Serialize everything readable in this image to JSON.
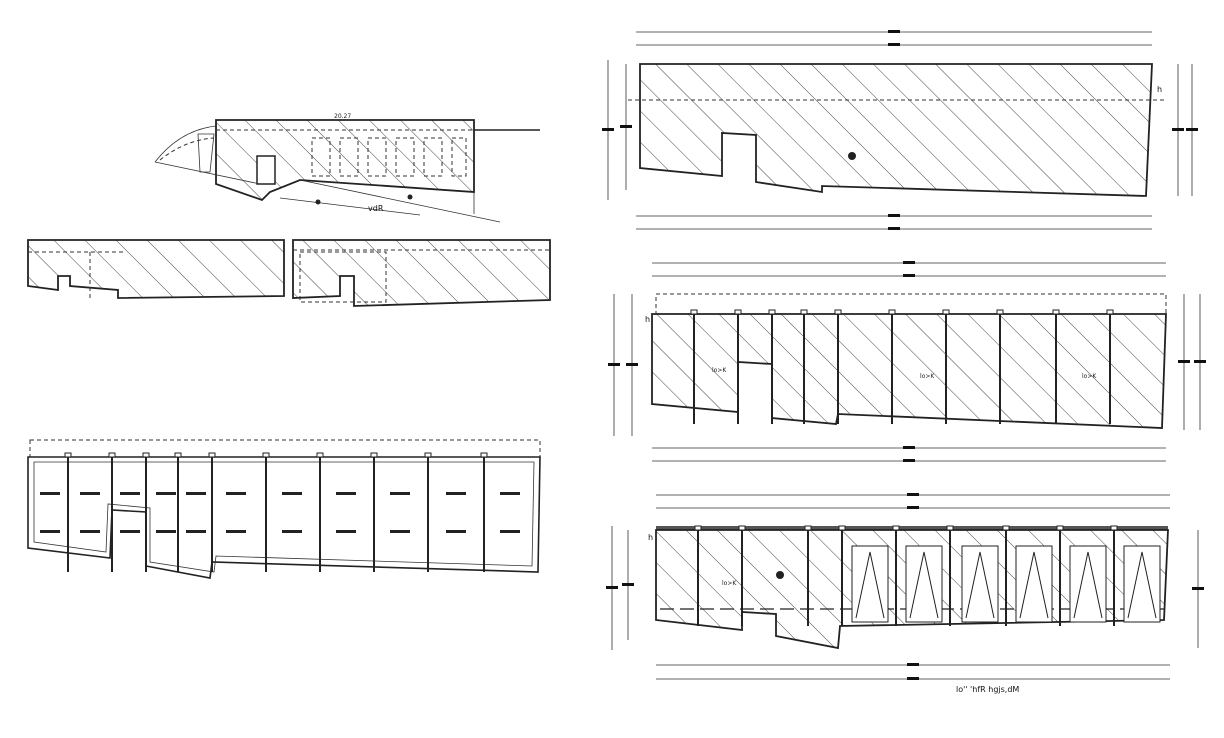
{
  "drawing": {
    "top_left_plan": {
      "dimension_top": "20.27",
      "road_label": "vdR"
    },
    "right_sections": {
      "height_marker": "h",
      "room_label": "lo>K",
      "caption": "lo'' 'hfR hgjs,dM"
    },
    "colors": {
      "line": "#222222",
      "background": "#ffffff"
    }
  }
}
